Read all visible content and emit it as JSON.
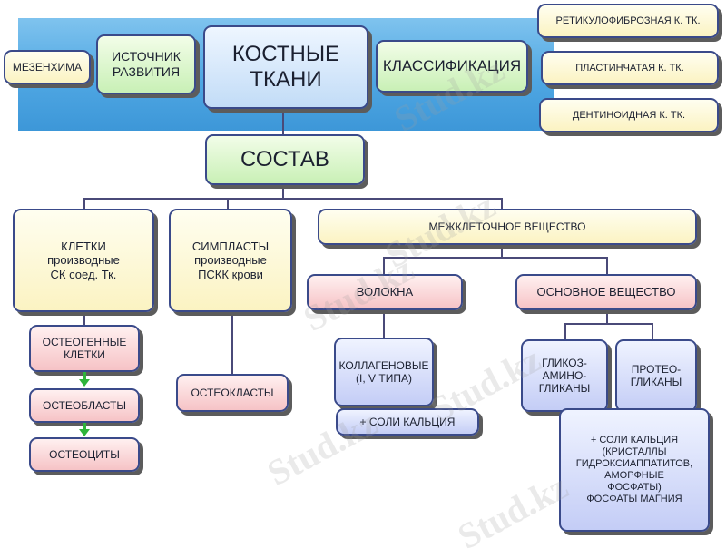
{
  "diagram": {
    "main": "КОСТНЫЕ\nТКАНИ",
    "origin_label": "ИСТОЧНИК\nРАЗВИТИЯ",
    "origin_value": "МЕЗЕНХИМА",
    "classification": "КЛАССИФИКАЦИЯ",
    "classification_items": [
      "РЕТИКУЛОФИБРОЗНАЯ К. ТК.",
      "ПЛАСТИНЧАТАЯ К. ТК.",
      "ДЕНТИНОИДНАЯ К. ТК."
    ],
    "composition": "СОСТАВ",
    "cells": "КЛЕТКИ\nпроизводные\nСК соед. Тк.",
    "cell_chain": [
      "ОСТЕОГЕННЫЕ\nКЛЕТКИ",
      "ОСТЕОБЛАСТЫ",
      "ОСТЕОЦИТЫ"
    ],
    "symplasts": "СИМПЛАСТЫ\nпроизводные\nПСКК крови",
    "osteoclasts": "ОСТЕОКЛАСТЫ",
    "intercellular": "МЕЖКЛЕТОЧНОЕ ВЕЩЕСТВО",
    "fibers": "ВОЛОКНА",
    "collagen": "КОЛЛАГЕНОВЫЕ\n(I, V ТИПА)",
    "fiber_salts": "+ СОЛИ КАЛЬЦИЯ",
    "ground_substance": "ОСНОВНОЕ ВЕЩЕСТВО",
    "gag": "ГЛИКОЗ-\nАМИНО-\nГЛИКАНЫ",
    "proteoglycans": "ПРОТЕО-\nГЛИКАНЫ",
    "ground_salts": "+ СОЛИ КАЛЬЦИЯ\n(КРИСТАЛЛЫ\nГИДРОКСИАППАТИТОВ,\nАМОРФНЫЕ\nФОСФАТЫ)\nФОСФАТЫ МАГНИЯ"
  },
  "watermark": "Stud.kz",
  "colors": {
    "band": "#4fa7e3",
    "main_box": "#c2dcf7",
    "green_box": "#c9f0b6",
    "yellow_box": "#fbf3c2",
    "pink_box": "#f6c3c6",
    "blue_box": "#c4cdf6",
    "border": "#3a4a8a",
    "arrow": "#2fb43a"
  }
}
